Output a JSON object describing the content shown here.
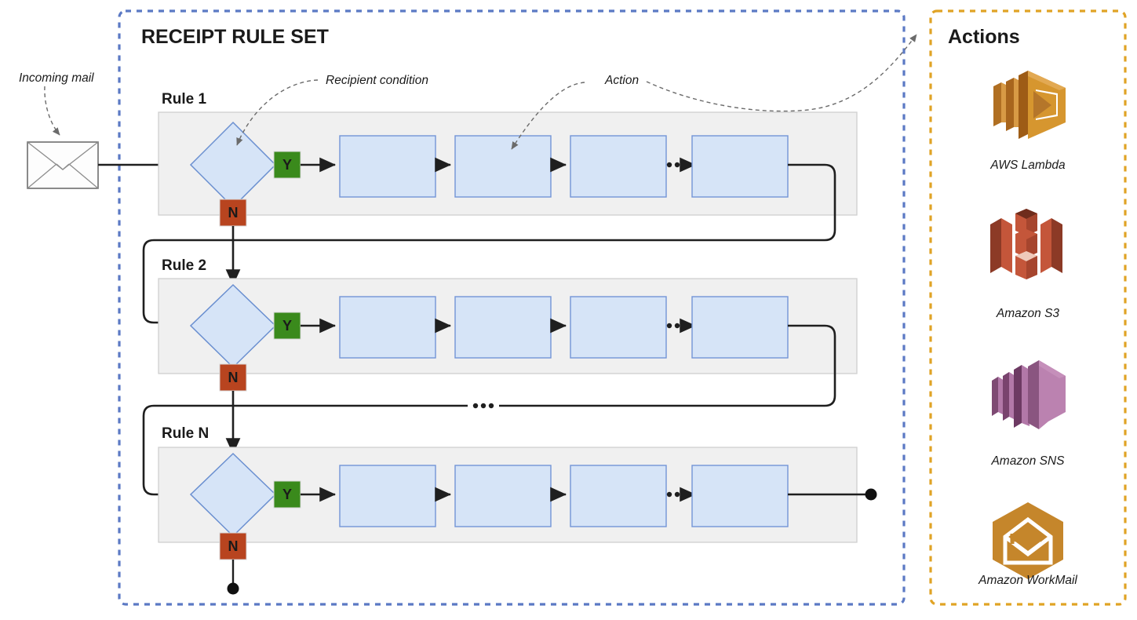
{
  "diagram": {
    "title": "RECEIPT RULE SET",
    "incoming_label": "Incoming mail",
    "annotations": {
      "recipient_condition": "Recipient condition",
      "action": "Action"
    },
    "ellipsis": "...",
    "branch_yes": "Y",
    "branch_no": "N",
    "rules": [
      {
        "label": "Rule 1",
        "action_count_visible": 4
      },
      {
        "label": "Rule 2",
        "action_count_visible": 4
      },
      {
        "label": "Rule N",
        "action_count_visible": 4
      }
    ],
    "colors": {
      "rule_set_border": "#5b79c4",
      "actions_border": "#e0a325",
      "yes_badge": "#3a8a1c",
      "no_badge": "#b8441f",
      "decision_fill": "#d6e4f7",
      "decision_stroke": "#6a8fd0",
      "action_box_fill": "#d6e4f7",
      "action_box_stroke": "#7394d6",
      "band_fill": "#f0f0f0",
      "band_stroke": "#cfcfcf",
      "flow_line": "#1f1f1f",
      "annotation_line": "#6b6b6b"
    }
  },
  "actions_panel": {
    "title": "Actions",
    "items": [
      {
        "name": "AWS Lambda",
        "icon": "aws-lambda-icon",
        "color": "#d2912f"
      },
      {
        "name": "Amazon S3",
        "icon": "amazon-s3-icon",
        "color": "#c4563a"
      },
      {
        "name": "Amazon SNS",
        "icon": "amazon-sns-icon",
        "color": "#b874a8"
      },
      {
        "name": "Amazon WorkMail",
        "icon": "amazon-workmail-icon",
        "color": "#c5862b"
      }
    ]
  }
}
